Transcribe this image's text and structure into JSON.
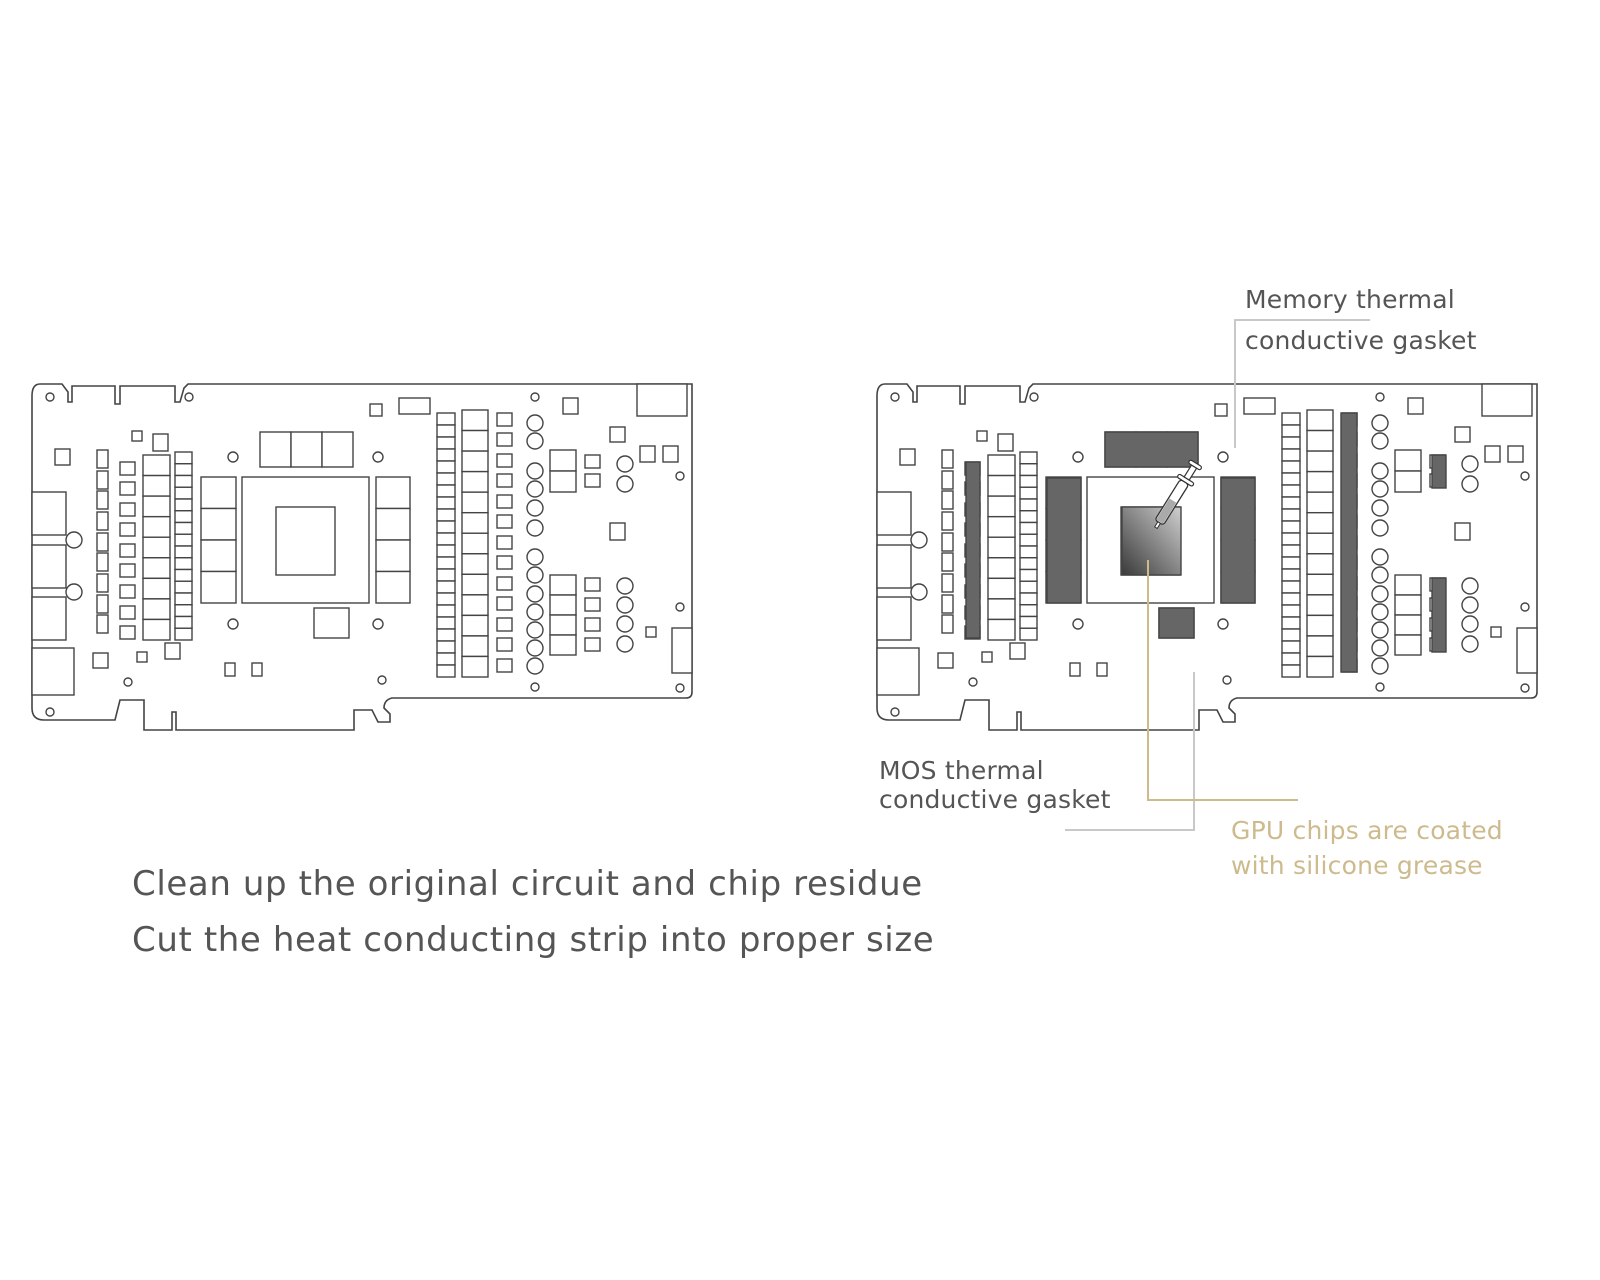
{
  "labels": {
    "memory_gasket": [
      "Memory thermal",
      "conductive gasket"
    ],
    "mos_gasket": [
      "MOS thermal",
      "conductive gasket"
    ],
    "gpu_grease": [
      "GPU chips are coated",
      "with silicone grease"
    ]
  },
  "instructions": [
    "Clean up the original circuit and chip residue",
    "Cut the heat conducting strip into proper size"
  ],
  "colors": {
    "text": "#555555",
    "outline": "#444444",
    "gasket": "#666666",
    "leader_gray": "#c8c8c8",
    "leader_gold": "#cdbb8e"
  }
}
